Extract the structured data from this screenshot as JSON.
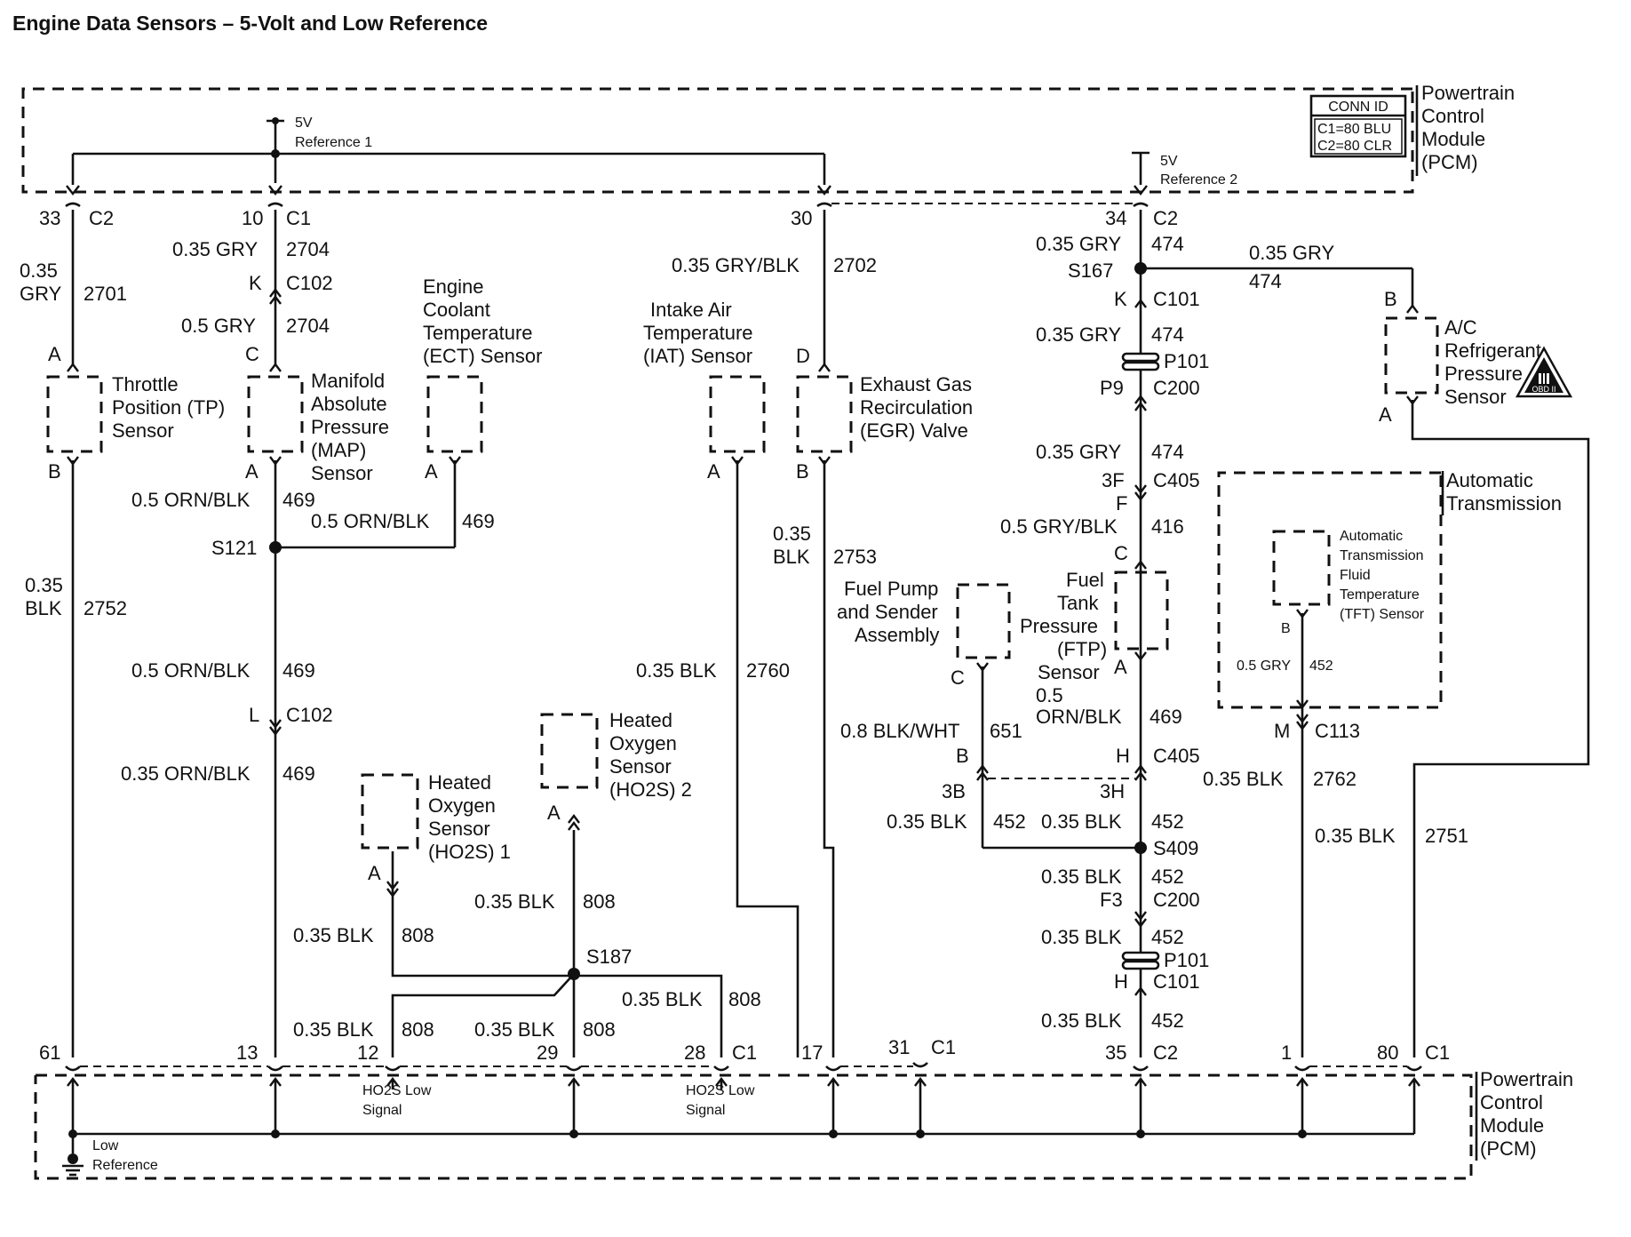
{
  "title": "Engine Data Sensors – 5-Volt and Low Reference",
  "conn_id": {
    "header": "CONN ID",
    "c1": "C1=80 BLU",
    "c2": "C2=80 CLR"
  },
  "pcm_label": "Powertrain Control Module (PCM)",
  "obd_badge": "OBD II",
  "refs": {
    "five_v": "5V",
    "ref1": "Reference 1",
    "ref2": "Reference 2",
    "low_ref": "Low Reference",
    "ho2s_low": "HO2S Low Signal"
  },
  "pins_top": [
    {
      "pin": "33",
      "conn": "C2"
    },
    {
      "pin": "10",
      "conn": "C1"
    },
    {
      "pin": "30",
      "conn": ""
    },
    {
      "pin": "34",
      "conn": "C2"
    }
  ],
  "pins_bottom": [
    "61",
    "13",
    "12",
    "29",
    "28",
    "17",
    "31",
    "35",
    "1",
    "80"
  ],
  "pins_bottom_conn": [
    "C1",
    "C1",
    "C2",
    "C1"
  ],
  "components": {
    "tp": "Throttle Position (TP) Sensor",
    "map": "Manifold Absolute Pressure (MAP) Sensor",
    "ect": "Engine Coolant Temperature (ECT) Sensor",
    "iat": "Intake Air Temperature (IAT) Sensor",
    "egr": "Exhaust Gas Recirculation (EGR) Valve",
    "ac": "A/C Refrigerant Pressure Sensor",
    "trans": "Automatic Transmission",
    "tft": "Automatic Transmission Fluid Temperature (TFT) Sensor",
    "fuel_pump": "Fuel Pump and Sender Assembly",
    "ftp": "Fuel Tank Pressure (FTP) Sensor",
    "ho2s1": "Heated Oxygen Sensor (HO2S) 1",
    "ho2s2": "Heated Oxygen Sensor (HO2S) 2"
  },
  "wires": {
    "w2701": {
      "gauge": "0.35 GRY",
      "circuit": "2701"
    },
    "w2704": {
      "gauge": "0.35 GRY",
      "circuit": "2704"
    },
    "w2704b": {
      "gauge": "0.5 GRY",
      "circuit": "2704"
    },
    "w2702": {
      "gauge": "0.35 GRY/BLK",
      "circuit": "2702"
    },
    "w474": {
      "gauge": "0.35 GRY",
      "circuit": "474"
    },
    "w416": {
      "gauge": "0.5 GRY/BLK",
      "circuit": "416"
    },
    "w469": {
      "gauge": "0.5 ORN/BLK",
      "circuit": "469"
    },
    "w469c": {
      "gauge": "0.35 ORN/BLK",
      "circuit": "469"
    },
    "w2752": {
      "gauge": "0.35 BLK",
      "circuit": "2752"
    },
    "w2753": {
      "gauge": "0.35 BLK",
      "circuit": "2753"
    },
    "w2760": {
      "gauge": "0.35 BLK",
      "circuit": "2760"
    },
    "w651": {
      "gauge": "0.8 BLK/WHT",
      "circuit": "651"
    },
    "w452": {
      "gauge": "0.35 BLK",
      "circuit": "452"
    },
    "w452t": {
      "gauge": "0.5 GRY",
      "circuit": "452"
    },
    "w808": {
      "gauge": "0.35 BLK",
      "circuit": "808"
    },
    "w2762": {
      "gauge": "0.35 BLK",
      "circuit": "2762"
    },
    "w2751": {
      "gauge": "0.35 BLK",
      "circuit": "2751"
    }
  },
  "splices": [
    "S121",
    "S167",
    "S187",
    "S409"
  ],
  "connectors": {
    "c101": "C101",
    "c102": "C102",
    "c113": "C113",
    "c200": "C200",
    "c405": "C405",
    "p101": "P101"
  },
  "cavities": {
    "k": "K",
    "l": "L",
    "a": "A",
    "b": "B",
    "c": "C",
    "d": "D",
    "f": "F",
    "h": "H",
    "m": "M",
    "p9": "P9",
    "f3": "F3",
    "3f": "3F",
    "3b": "3B",
    "3h": "3H"
  }
}
